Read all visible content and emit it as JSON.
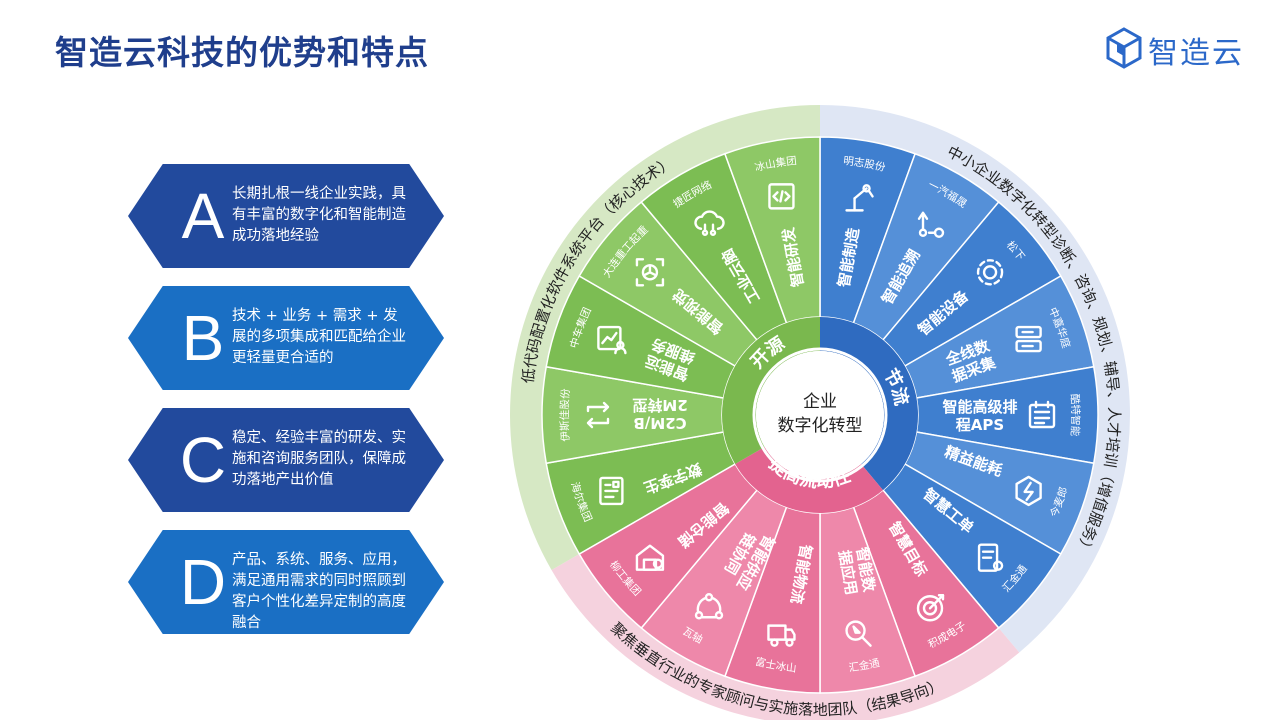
{
  "title": "智造云科技的优势和特点",
  "logo": {
    "text": "智造云",
    "icon": "cube-icon",
    "color": "#2b68c9"
  },
  "advantages": [
    {
      "letter": "A",
      "text": "长期扎根一线企业实践，具有丰富的数字化和智能制造成功落地经验",
      "color": "#224a9d"
    },
    {
      "letter": "B",
      "text": "技术 + 业务 + 需求 + 发展的多项集成和匹配给企业更轻量更合适的",
      "color": "#1a6fc4"
    },
    {
      "letter": "C",
      "text": "稳定、经验丰富的研发、实施和咨询服务团队，保障成功落地产出价值",
      "color": "#224a9d"
    },
    {
      "letter": "D",
      "text": "产品、系统、服务、应用，满足通用需求的同时照顾到客户个性化差异定制的高度融合",
      "color": "#1a6fc4"
    }
  ],
  "wheel": {
    "center": {
      "line1": "企业",
      "line2": "数字化转型"
    },
    "inner_labels": {
      "blue": "节流",
      "green": "开源",
      "pink": "提高流动性"
    },
    "outer_rings": {
      "green": "低代码配置化软件系统平台（核心技术）",
      "blue": "中小企业数字化转型诊断、咨询、规划、辅导、人才培训（增值服务）",
      "pink": "聚焦垂直行业的专家顾问与实施落地团队（结果导向）"
    },
    "colors": {
      "blue_a": "#3f7fcf",
      "blue_b": "#5590d8",
      "blue_inner": "#2f6bc0",
      "blue_ring": "#dfe6f4",
      "green_a": "#7cbd53",
      "green_b": "#8ec866",
      "green_inner": "#7ab84e",
      "green_ring": "#d6e8c4",
      "pink_a": "#e8739a",
      "pink_b": "#ee88aa",
      "pink_inner": "#e3638f",
      "pink_ring": "#f5d2de"
    },
    "segments": [
      {
        "group": "blue",
        "label": "智能制造",
        "company": "明志股份",
        "icon": "robot-arm-icon"
      },
      {
        "group": "blue",
        "label": "智能追溯",
        "company": "一汽福晟",
        "icon": "trace-route-icon"
      },
      {
        "group": "blue",
        "label": "智能设备",
        "company": "松下",
        "icon": "gear-icon"
      },
      {
        "group": "blue",
        "label": "全线数据采集",
        "company": "中嘉华庭",
        "icon": "data-collect-icon"
      },
      {
        "group": "blue",
        "label": "智能高级排程APS",
        "company": "酷特智能",
        "icon": "schedule-board-icon"
      },
      {
        "group": "blue",
        "label": "精益能耗",
        "company": "今麦郎",
        "icon": "energy-icon"
      },
      {
        "group": "blue",
        "label": "智慧工单",
        "company": "汇金通",
        "icon": "work-order-icon"
      },
      {
        "group": "pink",
        "label": "智慧目标",
        "company": "积成电子",
        "icon": "target-icon"
      },
      {
        "group": "pink",
        "label": "智能数据应用",
        "company": "汇金通",
        "icon": "search-click-icon"
      },
      {
        "group": "pink",
        "label": "智能物流",
        "company": "富士冰山",
        "icon": "truck-icon"
      },
      {
        "group": "pink",
        "label": "智能供应链协同",
        "company": "瓦轴",
        "icon": "network-icon"
      },
      {
        "group": "pink",
        "label": "智能仓储",
        "company": "柳工集团",
        "icon": "warehouse-icon"
      },
      {
        "group": "green",
        "label": "数字孪生",
        "company": "海尔集团",
        "icon": "digital-twin-icon"
      },
      {
        "group": "green",
        "label": "C2M/B2M转型",
        "company": "伊斯佳股份",
        "icon": "transform-icon"
      },
      {
        "group": "green",
        "label": "智能运维服务",
        "company": "中车集团",
        "icon": "analytics-user-icon"
      },
      {
        "group": "green",
        "label": "智能视觉",
        "company": "大连重工起重",
        "icon": "vision-icon"
      },
      {
        "group": "green",
        "label": "工业云脑",
        "company": "捷匠网络",
        "icon": "cloud-icon"
      },
      {
        "group": "green",
        "label": "智能研发",
        "company": "冰山集团",
        "icon": "code-dev-icon"
      }
    ]
  }
}
